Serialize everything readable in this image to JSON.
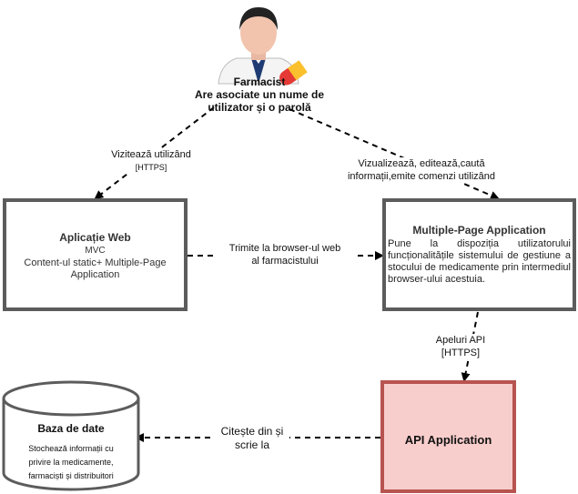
{
  "actor": {
    "icon": "pharmacist-person-icon",
    "name": "Farmacist",
    "description_line1": "Are asociate un nume de",
    "description_line2": "utilizator și o parolă"
  },
  "nodes": {
    "web_app": {
      "title": "Aplicație Web",
      "subtitle": "MVC",
      "body_line1": "Content-ul static+ Multiple-Page",
      "body_line2": "Application"
    },
    "mpa": {
      "title": "Multiple-Page Application",
      "body": "Pune la dispoziția utilizatorului funcționalitățile sistemului de gestiune a stocului de medicamente prin intermediul browser-ului acestuia."
    },
    "api": {
      "title": "API Application"
    },
    "database": {
      "icon": "database-cylinder-icon",
      "title": "Baza de date",
      "body_line1": "Stochează informații cu",
      "body_line2": "privire la medicamente,",
      "body_line3": "farmaciști și distribuitori"
    }
  },
  "edges": {
    "actor_to_web": {
      "line1": "Vizitează utilizând",
      "line2": "[HTTPS]"
    },
    "actor_to_mpa": {
      "line1": "Vizualizează, editează,caută",
      "line2": "informații,emite comenzi utilizând"
    },
    "web_to_mpa": {
      "line1": "Trimite la browser-ul web",
      "line2": "al farmacistului"
    },
    "mpa_to_api": {
      "line1": "Apeluri API",
      "line2": "[HTTPS]"
    },
    "api_to_db": {
      "line1": "Citește din și",
      "line2": "scrie la"
    }
  },
  "colors": {
    "box_border": "#5c5c5c",
    "api_border": "#b85450",
    "api_fill": "#f8cecc",
    "edge": "#000000"
  }
}
